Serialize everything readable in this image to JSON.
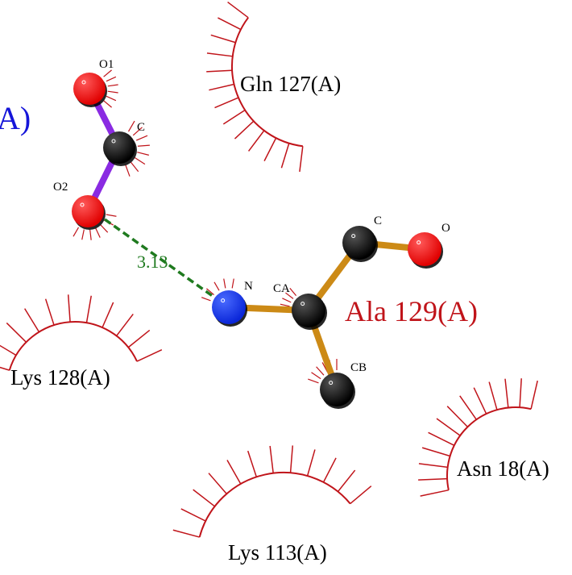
{
  "colors": {
    "background": "#ffffff",
    "hydrophobic": "#c0141a",
    "ligand_bond": "#8a2be2",
    "residue_bond": "#cc8a16",
    "hbond": "#1f7a1f",
    "hbond_label": "#1f7a1f",
    "ligand_label": "#1515d9",
    "residue_label": "#c0141a",
    "carbon": "#000000",
    "oxygen": "#ff0000",
    "nitrogen": "#1a3cff"
  },
  "ligand": {
    "partial_label": "A)",
    "atoms": [
      {
        "id": "O1",
        "label": "O1",
        "element": "O"
      },
      {
        "id": "Cl",
        "label": "C",
        "element": "C"
      },
      {
        "id": "O2",
        "label": "O2",
        "element": "O"
      }
    ]
  },
  "residue": {
    "label": "Ala 129(A)",
    "atoms": [
      {
        "id": "N",
        "label": "N",
        "element": "N"
      },
      {
        "id": "CA",
        "label": "CA",
        "element": "C"
      },
      {
        "id": "C",
        "label": "C",
        "element": "C"
      },
      {
        "id": "O",
        "label": "O",
        "element": "O"
      },
      {
        "id": "CB",
        "label": "CB",
        "element": "C"
      }
    ]
  },
  "hbond": {
    "distance": "3.13"
  },
  "hydrophobic_residues": [
    {
      "id": "gln127",
      "label": "Gln 127(A)"
    },
    {
      "id": "lys128",
      "label": "Lys 128(A)"
    },
    {
      "id": "lys113",
      "label": "Lys 113(A)"
    },
    {
      "id": "asn18",
      "label": "Asn 18(A)"
    }
  ]
}
